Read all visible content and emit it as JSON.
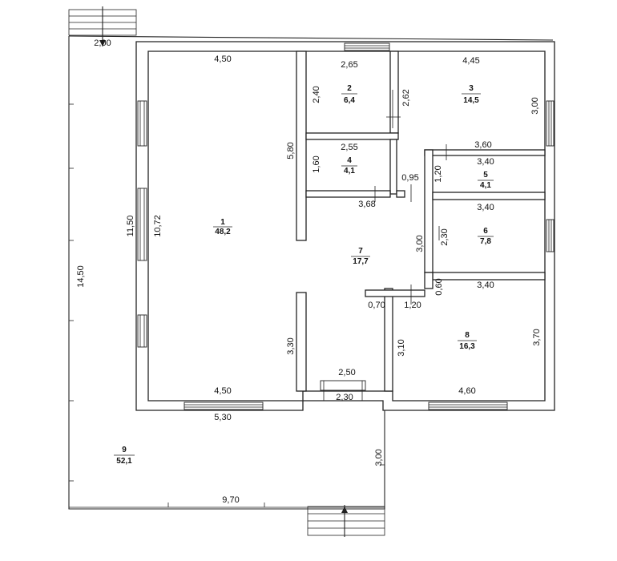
{
  "rooms": [
    {
      "number": "1",
      "area": "48,2"
    },
    {
      "number": "2",
      "area": "6,4"
    },
    {
      "number": "3",
      "area": "14,5"
    },
    {
      "number": "4",
      "area": "4,1"
    },
    {
      "number": "5",
      "area": "4,1"
    },
    {
      "number": "6",
      "area": "7,8"
    },
    {
      "number": "7",
      "area": "17,7"
    },
    {
      "number": "8",
      "area": "16,3"
    },
    {
      "number": "9",
      "area": "52,1"
    }
  ],
  "dimensions": {
    "top_step_width": "2,00",
    "terrace_height": "14,50",
    "terrace_width": "9,70",
    "terrace_depth": "3,00",
    "room1_top": "4,50",
    "room1_bottom": "4,50",
    "room1_height_outer": "11,50",
    "room1_height_inner": "10,72",
    "room1_right_upper": "5,80",
    "room1_right_lower": "3,30",
    "bottom_left_wall": "5,30",
    "room2_width": "2,65",
    "room2_height": "2,40",
    "room2_right": "2,62",
    "room3_width": "4,45",
    "room3_height": "3,00",
    "room3_bottom": "3,60",
    "room4_width": "2,55",
    "room4_height": "1,60",
    "hall_top": "3,68",
    "hall_door": "0,95",
    "room5_width": "3,40",
    "room5_height": "1,20",
    "room6_width": "3,40",
    "room6_height_a": "3,00",
    "room6_height_b": "2,30",
    "room6_gap": "0,60",
    "room8_width": "3,40",
    "room8_height": "3,70",
    "room8_left": "3,10",
    "room8_bottom": "4,60",
    "hall_stub": "0,70",
    "hall_stub2": "1,20",
    "entry_width": "2,50",
    "entry_opening": "2,30"
  }
}
